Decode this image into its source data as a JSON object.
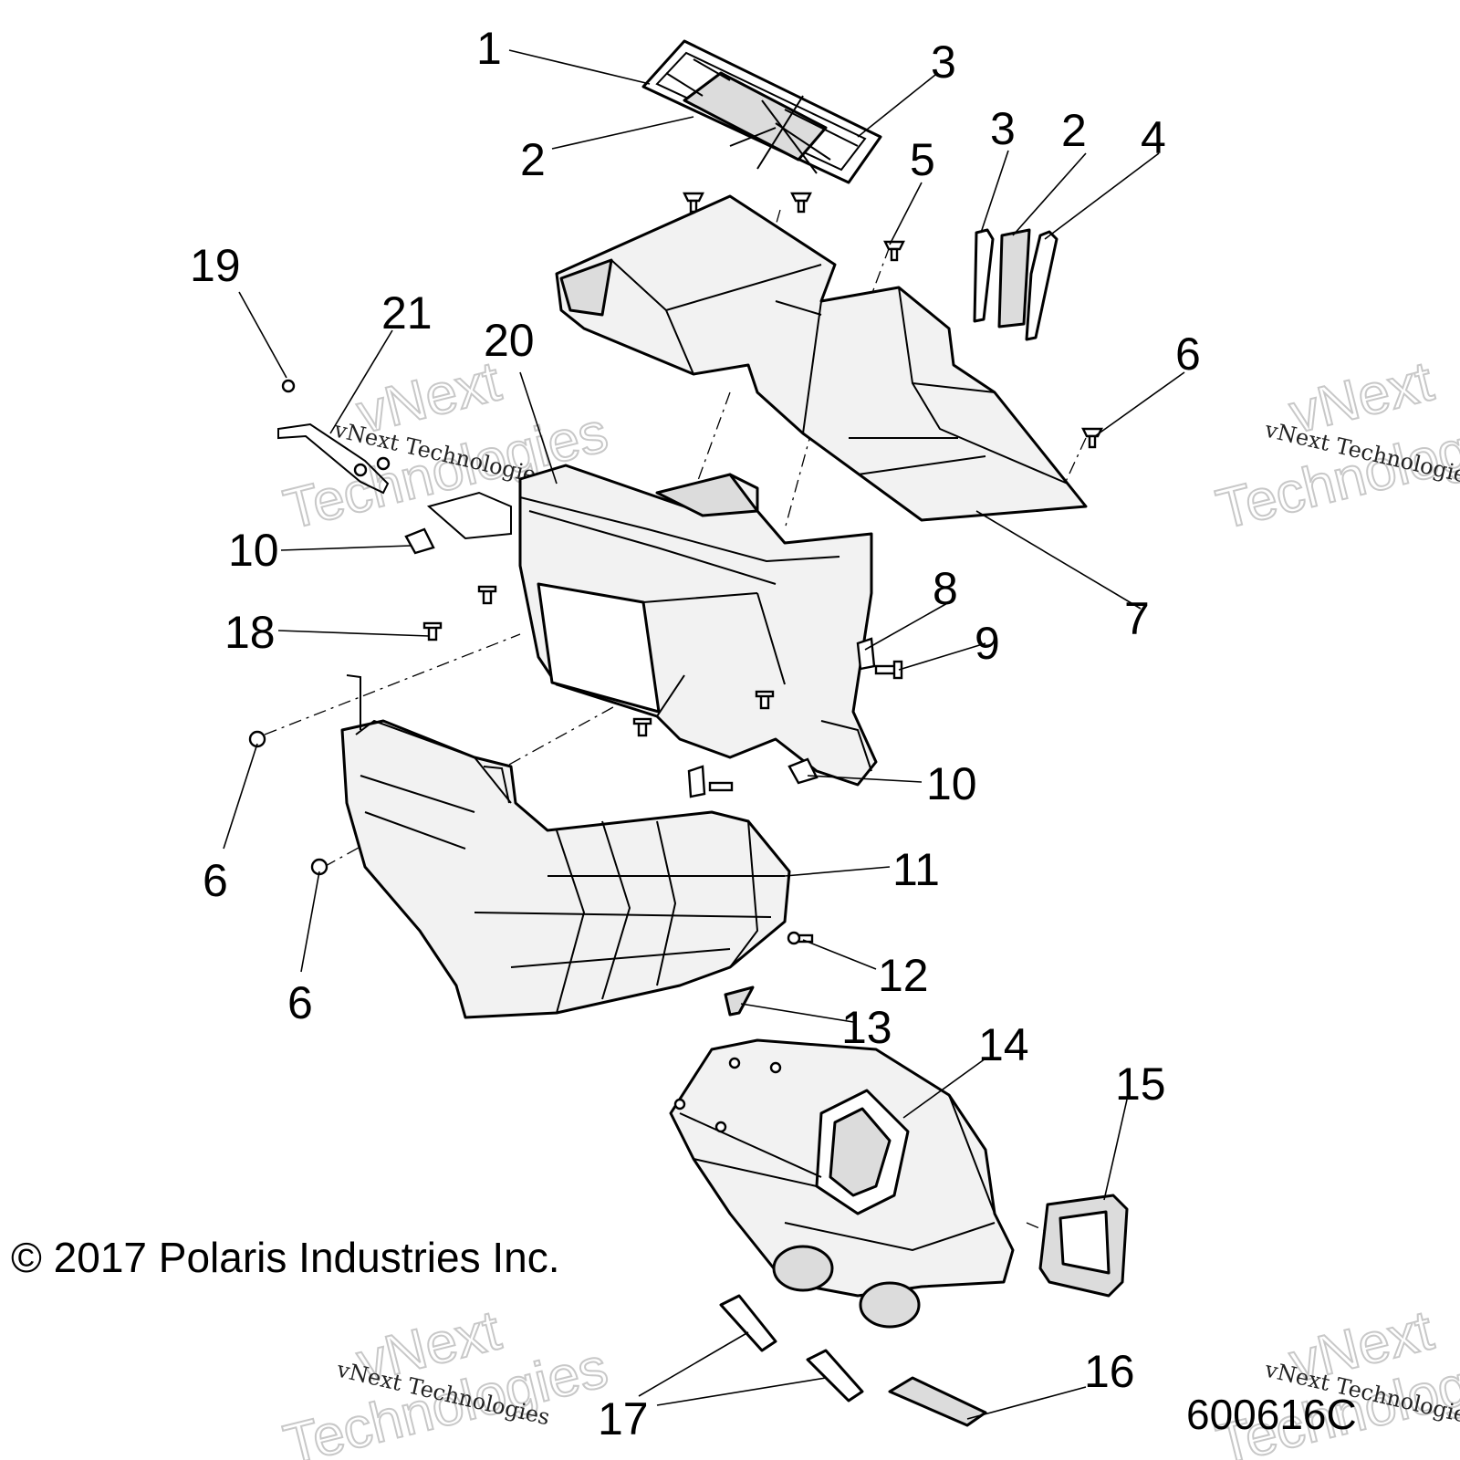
{
  "diagram": {
    "copyright": "© 2017 Polaris Industries Inc.",
    "document_number": "600616C",
    "watermark": {
      "small_text": "vNext Technologies",
      "big_line1": "vNext",
      "big_line2": "Technologies",
      "color": "#c8c8c8"
    },
    "callouts": [
      "1",
      "2",
      "3",
      "3",
      "2",
      "4",
      "5",
      "19",
      "21",
      "20",
      "6",
      "10",
      "7",
      "8",
      "18",
      "9",
      "6",
      "10",
      "11",
      "6",
      "12",
      "13",
      "14",
      "15",
      "16",
      "17"
    ]
  }
}
